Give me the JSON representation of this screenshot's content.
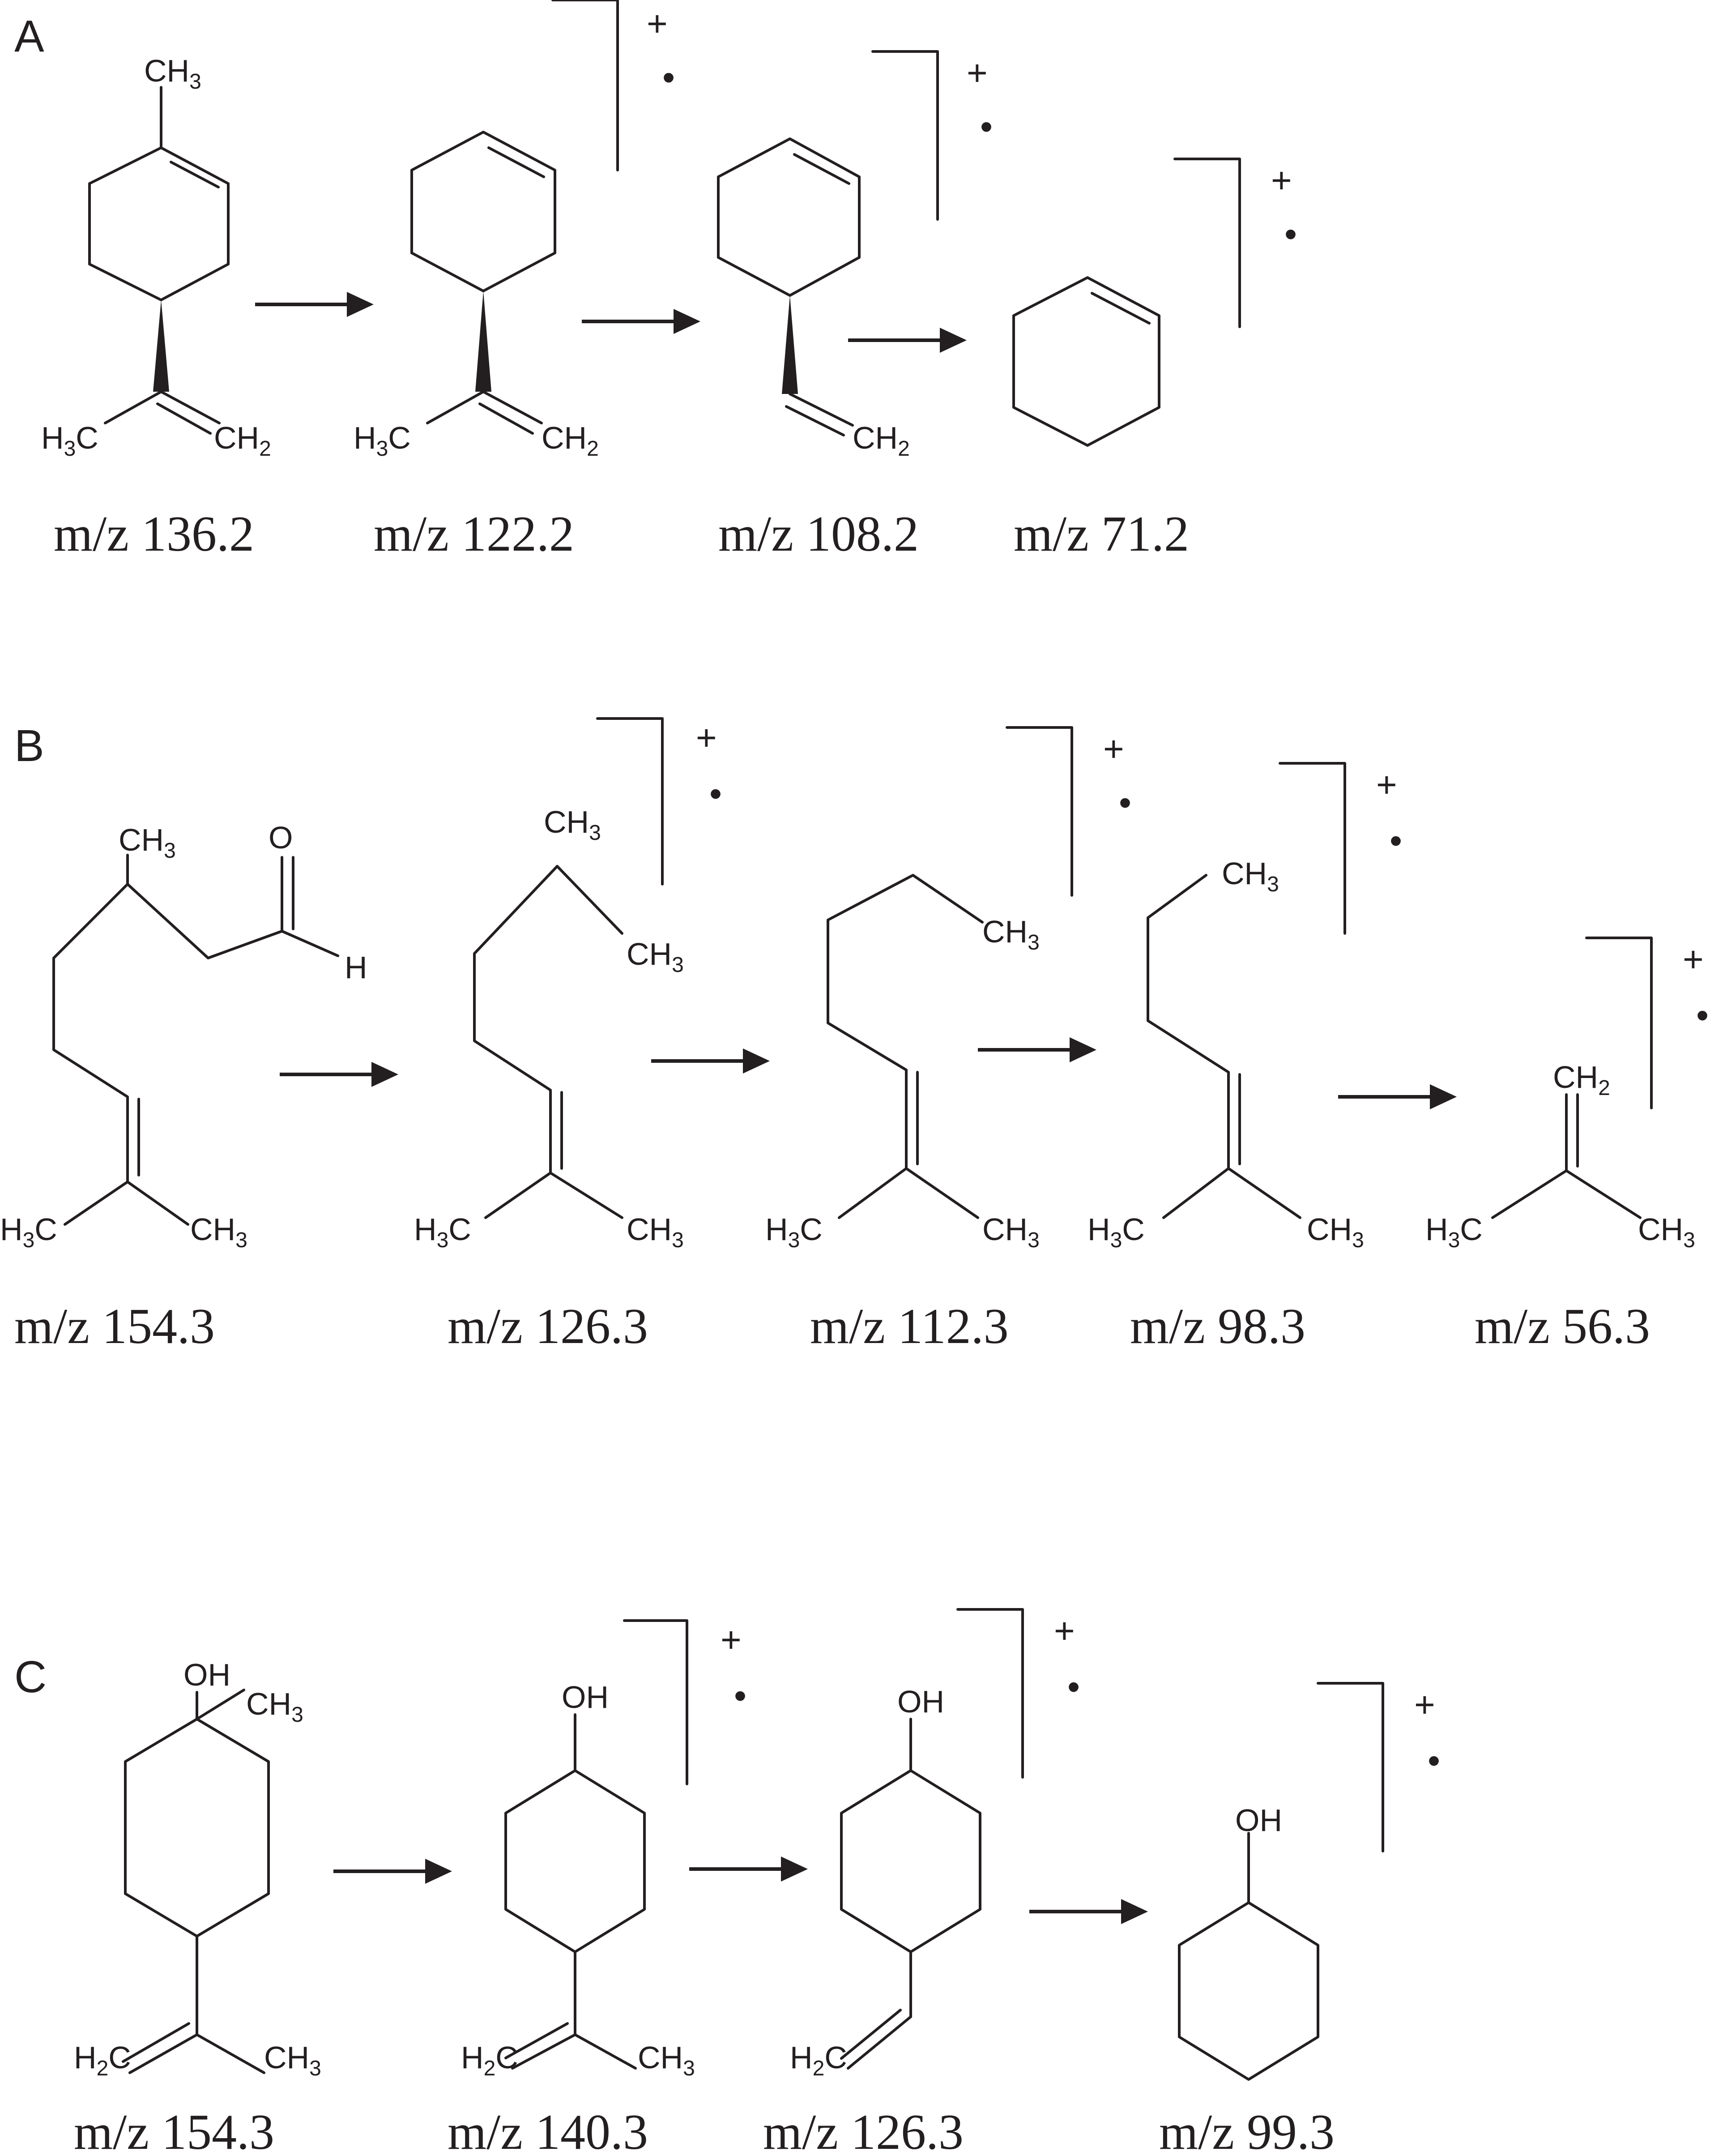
{
  "panels": [
    {
      "letter": "A",
      "mz": [
        "m/z 136.2",
        "m/z 122.2",
        "m/z 108.2",
        "m/z 71.2"
      ],
      "charge": "+",
      "radical": "•"
    },
    {
      "letter": "B",
      "mz": [
        "m/z 154.3",
        "m/z 126.3",
        "m/z 112.3",
        "m/z 98.3",
        "m/z 56.3"
      ],
      "charge": "+",
      "radical": "•"
    },
    {
      "letter": "C",
      "mz": [
        "m/z 154.3",
        "m/z 140.3",
        "m/z 126.3",
        "m/z 99.3"
      ],
      "charge": "+",
      "radical": "•"
    }
  ],
  "atoms": {
    "ch": "CH",
    "h": "H",
    "c": "C",
    "o": "O",
    "oh": "OH",
    "three": "3",
    "two": "2"
  }
}
